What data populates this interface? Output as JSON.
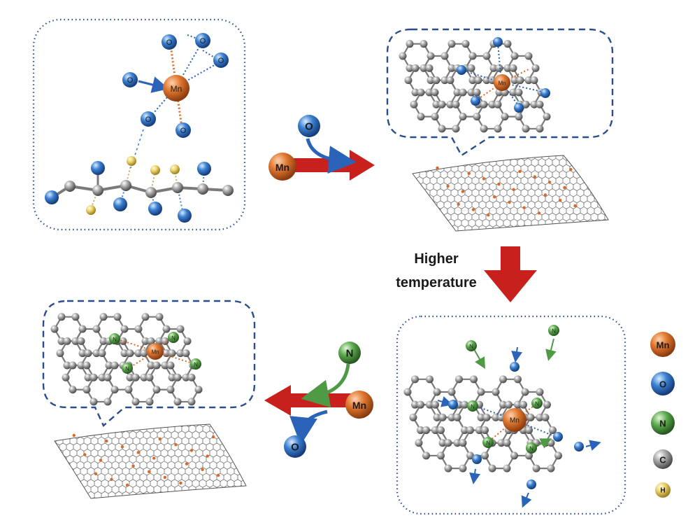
{
  "annotation": {
    "line1": "Higher",
    "line2": "temperature"
  },
  "atoms": {
    "mn": "Mn",
    "o": "O",
    "n": "N",
    "c": "C",
    "h": "H"
  },
  "colors": {
    "mn": "#d9692a",
    "o": "#2f6fbf",
    "n": "#4f9a45",
    "c": "#9a9a9a",
    "h": "#e8d36a",
    "arrow_red": "#c8201c",
    "arrow_blue": "#2a63b8",
    "arrow_green": "#4f9a45",
    "frame": "#2a4d8f"
  },
  "legend": [
    {
      "element": "Mn"
    },
    {
      "element": "O"
    },
    {
      "element": "N"
    },
    {
      "element": "C"
    },
    {
      "element": "H"
    }
  ]
}
